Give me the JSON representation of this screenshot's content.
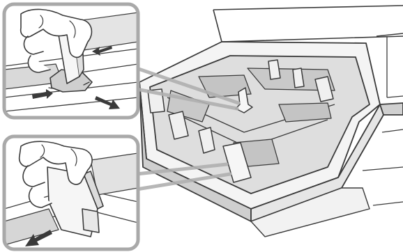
{
  "illustration": {
    "subject": "paper-tray-guide-adjustment",
    "colors": {
      "line": "#3a3a3a",
      "shade": "#d9d9d9",
      "shade_dark": "#b8b8b8",
      "highlight": "#ececec",
      "callout_border": "#a9a9a9",
      "background": "#ffffff"
    },
    "callouts": [
      {
        "name": "side-guide-squeeze-callout",
        "arrows": [
          "squeeze-left-arrow",
          "squeeze-right-arrow",
          "slide-right-arrow"
        ]
      },
      {
        "name": "rear-guide-squeeze-callout",
        "arrows": [
          "slide-down-left-arrow"
        ]
      }
    ],
    "icons": [
      "arrow-icon",
      "hand-icon"
    ]
  }
}
